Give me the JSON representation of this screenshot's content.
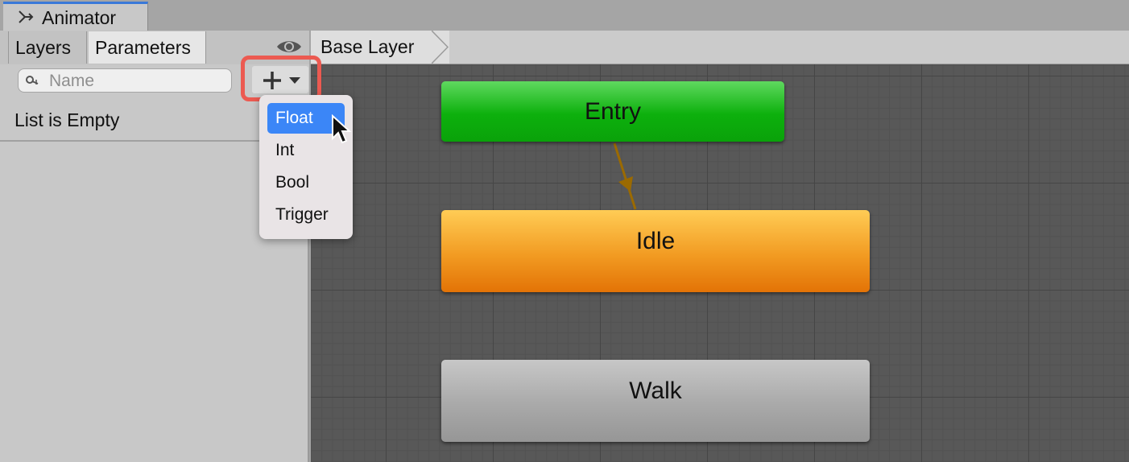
{
  "window": {
    "tab_label": "Animator"
  },
  "left_panel": {
    "tabs": {
      "layers": "Layers",
      "parameters": "Parameters"
    },
    "search_placeholder": "Name",
    "empty_text": "List is Empty"
  },
  "breadcrumb": {
    "layer": "Base Layer"
  },
  "add_menu": {
    "items": [
      "Float",
      "Int",
      "Bool",
      "Trigger"
    ],
    "highlighted": "Float"
  },
  "states": {
    "entry": "Entry",
    "idle": "Idle",
    "walk": "Walk"
  },
  "colors": {
    "entry": "#0db00d",
    "idle": "#f29b22",
    "walk": "#a9a9a9",
    "highlight_box": "#ec5a51",
    "menu_selected": "#3b86f7",
    "transition_line": "#9b6a00"
  }
}
